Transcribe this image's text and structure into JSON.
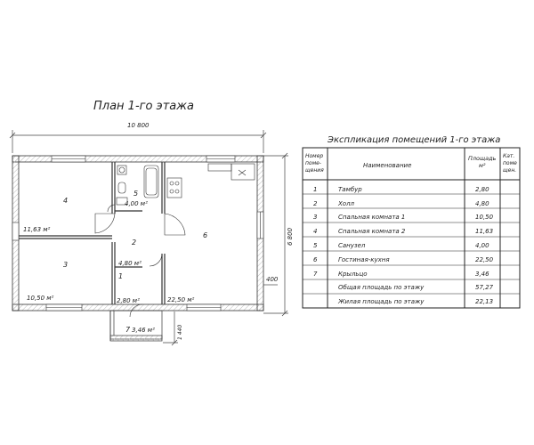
{
  "plan": {
    "title": "План 1-го этажа",
    "dim_width": "10 800",
    "dim_height": "6 800",
    "dim_porch": "1 440",
    "dim_side": "400",
    "rooms": [
      {
        "number": "1",
        "area": "2,80 м²"
      },
      {
        "number": "2",
        "area": "4,80 м²"
      },
      {
        "number": "3",
        "area": "10,50 м²"
      },
      {
        "number": "4",
        "area": "11,63 м²"
      },
      {
        "number": "5",
        "area": "4,00 м²"
      },
      {
        "number": "6",
        "area": "22,50 м²"
      },
      {
        "number": "7",
        "area": "3,46 м²"
      }
    ]
  },
  "explication": {
    "title": "Экспликация помещений 1-го этажа",
    "headers": {
      "number": [
        "Номер",
        "поме-",
        "щения"
      ],
      "name": "Наименование",
      "area": [
        "Площадь",
        "м²"
      ],
      "category": [
        "Кат.",
        "поме",
        "щен."
      ]
    },
    "rows": [
      {
        "number": "1",
        "name": "Тамбур",
        "area": "2,80"
      },
      {
        "number": "2",
        "name": "Холл",
        "area": "4,80"
      },
      {
        "number": "3",
        "name": "Спальная комната 1",
        "area": "10,50"
      },
      {
        "number": "4",
        "name": "Спальная комната 2",
        "area": "11,63"
      },
      {
        "number": "5",
        "name": "Санузел",
        "area": "4,00"
      },
      {
        "number": "6",
        "name": "Гостиная-кухня",
        "area": "22,50"
      },
      {
        "number": "7",
        "name": "Крыльцо",
        "area": "3,46"
      },
      {
        "number": "",
        "name": "Общая площадь по этажу",
        "area": "57,27"
      },
      {
        "number": "",
        "name": "Жилая площадь по этажу",
        "area": "22,13"
      }
    ]
  }
}
